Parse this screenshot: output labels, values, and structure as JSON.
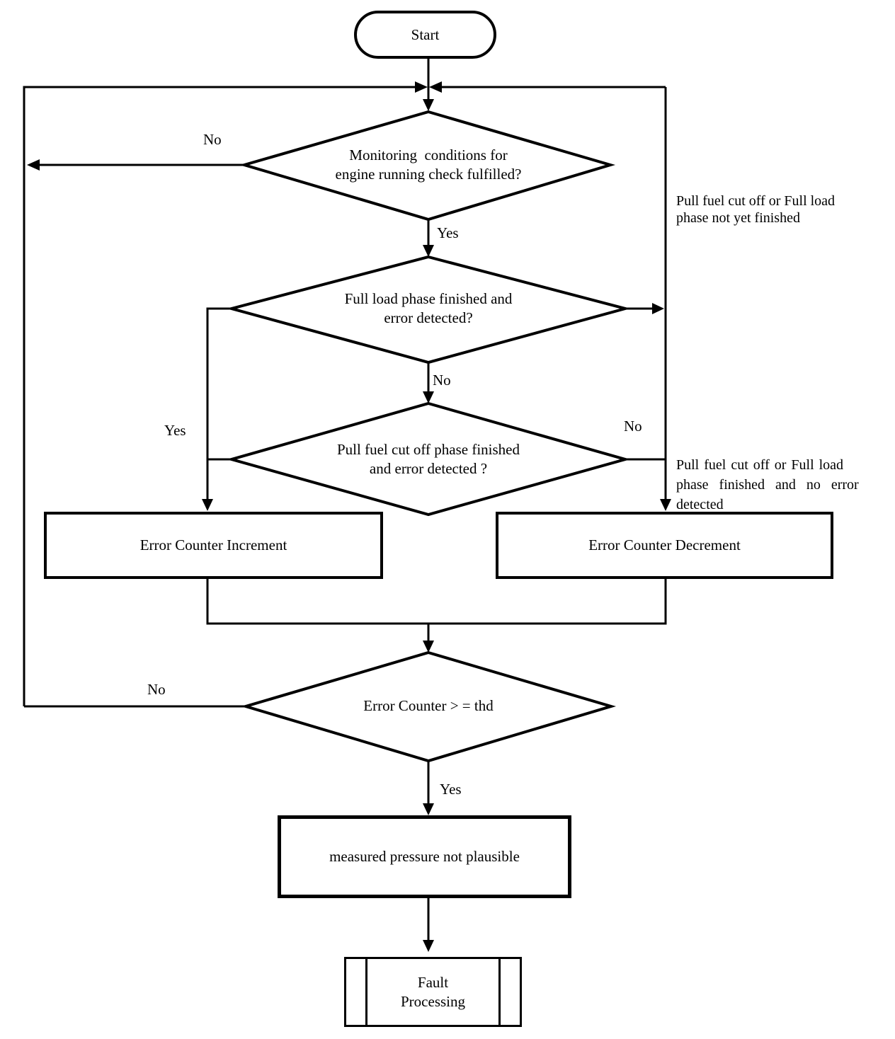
{
  "nodes": {
    "start": {
      "label": "Start"
    },
    "decision_monitoring": {
      "lines": [
        "Monitoring  conditions for",
        "engine running check fulfilled?"
      ]
    },
    "decision_full_load": {
      "lines": [
        "Full load phase finished and",
        "error detected?"
      ]
    },
    "decision_pull_fuel": {
      "lines": [
        "Pull fuel cut off phase finished",
        "and error detected ?"
      ]
    },
    "error_counter_increment": {
      "label": "Error Counter Increment"
    },
    "error_counter_decrement": {
      "label": "Error Counter Decrement"
    },
    "decision_threshold": {
      "label": "Error Counter > = thd"
    },
    "measured_pressure": {
      "label": "measured pressure not plausible"
    },
    "fault_processing": {
      "lines": [
        "Fault",
        "Processing"
      ]
    }
  },
  "edge_labels": {
    "monitoring_no": "No",
    "monitoring_yes": "Yes",
    "full_load_no": "No",
    "increment_yes": "Yes",
    "pull_fuel_no": "No",
    "threshold_no": "No",
    "threshold_yes": "Yes"
  },
  "annotations": {
    "not_yet_finished": {
      "lines": [
        "Pull fuel cut off or Full load",
        "phase not yet finished"
      ]
    },
    "no_error_detected": {
      "lines": [
        "Pull fuel cut off or Full load",
        "phase finished and no error",
        "detected"
      ]
    }
  },
  "colors": {
    "line": "#000000",
    "background": "#ffffff",
    "text": "#000000"
  }
}
